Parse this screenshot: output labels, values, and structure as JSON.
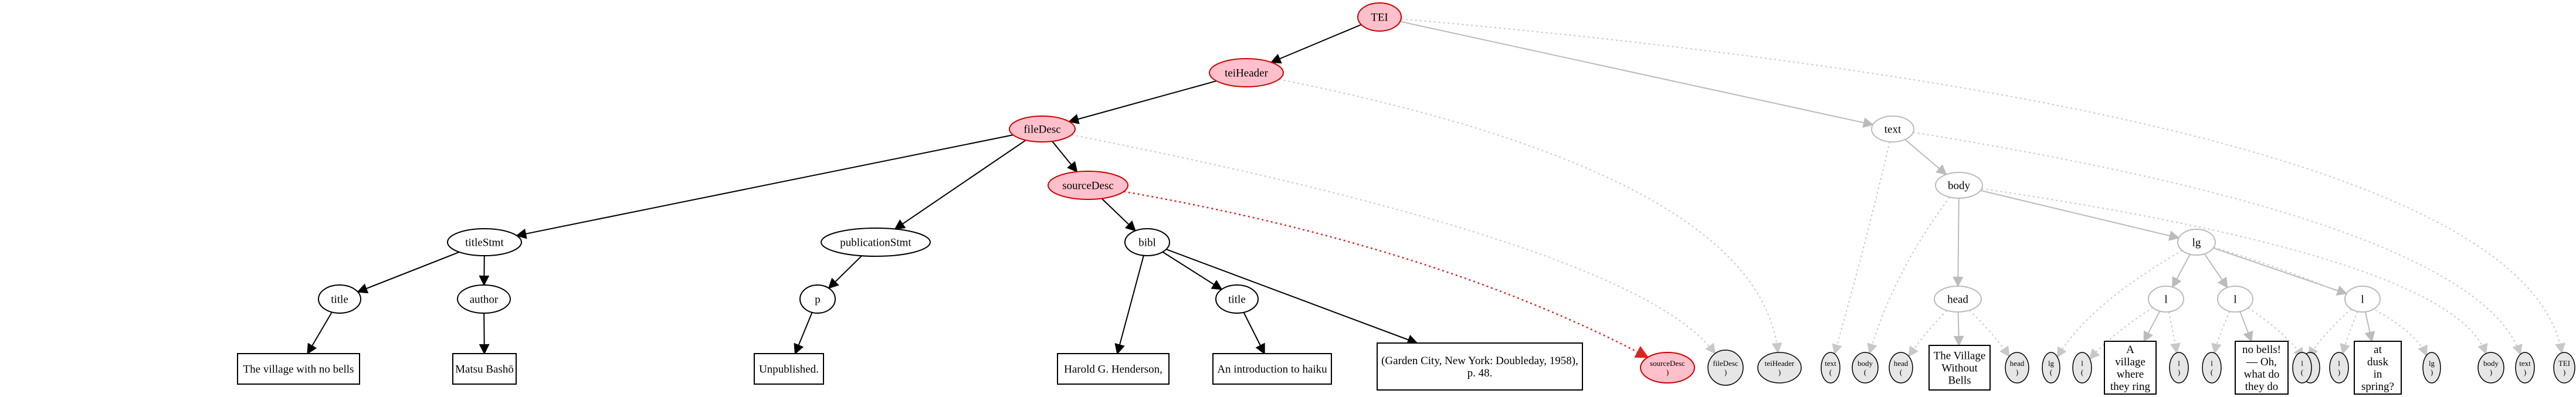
{
  "nodes": [
    {
      "id": "tei",
      "shape": "ellipse",
      "style": "pink",
      "lines": [
        "TEI"
      ]
    },
    {
      "id": "teiHeader",
      "shape": "ellipse",
      "style": "pink",
      "lines": [
        "teiHeader"
      ]
    },
    {
      "id": "fileDesc",
      "shape": "ellipse",
      "style": "pink",
      "lines": [
        "fileDesc"
      ]
    },
    {
      "id": "sourceDesc",
      "shape": "ellipse",
      "style": "pink",
      "lines": [
        "sourceDesc"
      ]
    },
    {
      "id": "titleStmt",
      "shape": "ellipse",
      "style": "white",
      "lines": [
        "titleStmt"
      ]
    },
    {
      "id": "publicationStmt",
      "shape": "ellipse",
      "style": "white",
      "lines": [
        "publicationStmt"
      ]
    },
    {
      "id": "bibl",
      "shape": "ellipse",
      "style": "white",
      "lines": [
        "bibl"
      ]
    },
    {
      "id": "title1",
      "shape": "ellipse",
      "style": "white",
      "lines": [
        "title"
      ]
    },
    {
      "id": "author",
      "shape": "ellipse",
      "style": "white",
      "lines": [
        "author"
      ]
    },
    {
      "id": "p",
      "shape": "ellipse",
      "style": "white",
      "lines": [
        "p"
      ]
    },
    {
      "id": "title2",
      "shape": "ellipse",
      "style": "white",
      "lines": [
        "title"
      ]
    },
    {
      "id": "txt_title1",
      "shape": "box",
      "style": "white",
      "lines": [
        "The village with no bells"
      ]
    },
    {
      "id": "txt_author",
      "shape": "box",
      "style": "white",
      "lines": [
        "Matsu Bashō"
      ]
    },
    {
      "id": "txt_p",
      "shape": "box",
      "style": "white",
      "lines": [
        "Unpublished."
      ]
    },
    {
      "id": "txt_bibl1",
      "shape": "box",
      "style": "white",
      "lines": [
        "Harold G. Henderson,"
      ]
    },
    {
      "id": "txt_title2",
      "shape": "box",
      "style": "white",
      "lines": [
        "An introduction to haiku"
      ]
    },
    {
      "id": "txt_bibl2",
      "shape": "box",
      "style": "white",
      "lines": [
        "(Garden City, New York: Doubleday, 1958),",
        "p. 48."
      ]
    },
    {
      "id": "text",
      "shape": "ellipse",
      "style": "faded",
      "lines": [
        "text"
      ]
    },
    {
      "id": "body",
      "shape": "ellipse",
      "style": "faded",
      "lines": [
        "body"
      ]
    },
    {
      "id": "head",
      "shape": "ellipse",
      "style": "faded",
      "lines": [
        "head"
      ]
    },
    {
      "id": "lg",
      "shape": "ellipse",
      "style": "faded",
      "lines": [
        "lg"
      ]
    },
    {
      "id": "l1",
      "shape": "ellipse",
      "style": "faded",
      "lines": [
        "l"
      ]
    },
    {
      "id": "l2",
      "shape": "ellipse",
      "style": "faded",
      "lines": [
        "l"
      ]
    },
    {
      "id": "l3",
      "shape": "ellipse",
      "style": "faded",
      "lines": [
        "l"
      ]
    },
    {
      "id": "txt_head",
      "shape": "box",
      "style": "white",
      "lines": [
        "The Village",
        "Without",
        "Bells"
      ]
    },
    {
      "id": "txt_l1",
      "shape": "box",
      "style": "white",
      "lines": [
        "A",
        "village",
        "where",
        "they ring"
      ]
    },
    {
      "id": "txt_l2",
      "shape": "box",
      "style": "white",
      "lines": [
        "no bells!",
        "— Oh,",
        "what do",
        "they do"
      ]
    },
    {
      "id": "txt_l3",
      "shape": "box",
      "style": "white",
      "lines": [
        "at",
        "dusk",
        "in",
        "spring?"
      ]
    },
    {
      "id": "end_sourceDesc",
      "shape": "ellipse",
      "style": "pink",
      "lines": [
        "sourceDesc",
        ")"
      ]
    },
    {
      "id": "end_fileDesc",
      "shape": "ellipse",
      "style": "gray",
      "lines": [
        "fileDesc",
        ")"
      ]
    },
    {
      "id": "end_teiHeader",
      "shape": "ellipse",
      "style": "gray",
      "lines": [
        "teiHeader",
        ")"
      ]
    },
    {
      "id": "end_text_open",
      "shape": "ellipse",
      "style": "gray",
      "lines": [
        "text",
        "("
      ]
    },
    {
      "id": "end_body_open",
      "shape": "ellipse",
      "style": "gray",
      "lines": [
        "body",
        "("
      ]
    },
    {
      "id": "end_head_open",
      "shape": "ellipse",
      "style": "gray",
      "lines": [
        "head",
        "("
      ]
    },
    {
      "id": "end_head_close",
      "shape": "ellipse",
      "style": "gray",
      "lines": [
        "head",
        ")"
      ]
    },
    {
      "id": "end_lg_open",
      "shape": "ellipse",
      "style": "gray",
      "lines": [
        "lg",
        "("
      ]
    },
    {
      "id": "end_l1_open",
      "shape": "ellipse",
      "style": "gray",
      "lines": [
        "l",
        "("
      ]
    },
    {
      "id": "end_l1_close",
      "shape": "ellipse",
      "style": "gray",
      "lines": [
        "l",
        ")"
      ]
    },
    {
      "id": "end_l2_open",
      "shape": "ellipse",
      "style": "gray",
      "lines": [
        "l",
        "("
      ]
    },
    {
      "id": "end_l2_close",
      "shape": "ellipse",
      "style": "gray",
      "lines": [
        "l",
        ")"
      ]
    },
    {
      "id": "end_l3_open",
      "shape": "ellipse",
      "style": "gray",
      "lines": [
        "l",
        "("
      ]
    },
    {
      "id": "end_l3_close",
      "shape": "ellipse",
      "style": "gray",
      "lines": [
        "l",
        ")"
      ]
    },
    {
      "id": "end_lg_close",
      "shape": "ellipse",
      "style": "gray",
      "lines": [
        "lg",
        ")"
      ]
    },
    {
      "id": "end_body_close",
      "shape": "ellipse",
      "style": "gray",
      "lines": [
        "body",
        ")"
      ]
    },
    {
      "id": "end_text_close",
      "shape": "ellipse",
      "style": "gray",
      "lines": [
        "text",
        ")"
      ]
    },
    {
      "id": "end_tei_close",
      "shape": "ellipse",
      "style": "gray",
      "lines": [
        "TEI",
        ")"
      ]
    }
  ],
  "edges": [
    {
      "from": "tei",
      "to": "teiHeader",
      "style": "solid"
    },
    {
      "from": "tei",
      "to": "text",
      "style": "faded"
    },
    {
      "from": "teiHeader",
      "to": "fileDesc",
      "style": "solid"
    },
    {
      "from": "fileDesc",
      "to": "titleStmt",
      "style": "solid"
    },
    {
      "from": "fileDesc",
      "to": "publicationStmt",
      "style": "solid"
    },
    {
      "from": "fileDesc",
      "to": "sourceDesc",
      "style": "solid"
    },
    {
      "from": "titleStmt",
      "to": "title1",
      "style": "solid"
    },
    {
      "from": "titleStmt",
      "to": "author",
      "style": "solid"
    },
    {
      "from": "title1",
      "to": "txt_title1",
      "style": "solid"
    },
    {
      "from": "author",
      "to": "txt_author",
      "style": "solid"
    },
    {
      "from": "publicationStmt",
      "to": "p",
      "style": "solid"
    },
    {
      "from": "p",
      "to": "txt_p",
      "style": "solid"
    },
    {
      "from": "sourceDesc",
      "to": "bibl",
      "style": "solid"
    },
    {
      "from": "bibl",
      "to": "txt_bibl1",
      "style": "solid"
    },
    {
      "from": "bibl",
      "to": "title2",
      "style": "solid"
    },
    {
      "from": "bibl",
      "to": "txt_bibl2",
      "style": "solid"
    },
    {
      "from": "title2",
      "to": "txt_title2",
      "style": "solid"
    },
    {
      "from": "sourceDesc",
      "to": "end_sourceDesc",
      "style": "red-dotted"
    },
    {
      "from": "fileDesc",
      "to": "end_fileDesc",
      "style": "dotted"
    },
    {
      "from": "teiHeader",
      "to": "end_teiHeader",
      "style": "dotted"
    },
    {
      "from": "text",
      "to": "body",
      "style": "faded"
    },
    {
      "from": "text",
      "to": "end_text_open",
      "style": "dotted"
    },
    {
      "from": "text",
      "to": "end_text_close",
      "style": "dotted"
    },
    {
      "from": "tei",
      "to": "end_tei_close",
      "style": "dotted"
    },
    {
      "from": "body",
      "to": "head",
      "style": "faded"
    },
    {
      "from": "body",
      "to": "lg",
      "style": "faded"
    },
    {
      "from": "body",
      "to": "end_body_open",
      "style": "dotted"
    },
    {
      "from": "body",
      "to": "end_body_close",
      "style": "dotted"
    },
    {
      "from": "head",
      "to": "txt_head",
      "style": "faded"
    },
    {
      "from": "head",
      "to": "end_head_open",
      "style": "dotted"
    },
    {
      "from": "head",
      "to": "end_head_close",
      "style": "dotted"
    },
    {
      "from": "lg",
      "to": "l1",
      "style": "faded"
    },
    {
      "from": "lg",
      "to": "l2",
      "style": "faded"
    },
    {
      "from": "lg",
      "to": "l3",
      "style": "faded"
    },
    {
      "from": "lg",
      "to": "end_lg_open",
      "style": "dotted"
    },
    {
      "from": "lg",
      "to": "end_lg_close",
      "style": "dotted"
    },
    {
      "from": "l1",
      "to": "txt_l1",
      "style": "faded"
    },
    {
      "from": "l1",
      "to": "end_l1_open",
      "style": "dotted"
    },
    {
      "from": "l1",
      "to": "end_l1_close",
      "style": "dotted"
    },
    {
      "from": "l2",
      "to": "txt_l2",
      "style": "faded"
    },
    {
      "from": "l2",
      "to": "end_l2_open",
      "style": "dotted"
    },
    {
      "from": "l2",
      "to": "end_l2_close",
      "style": "dotted"
    },
    {
      "from": "l3",
      "to": "txt_l3",
      "style": "faded"
    },
    {
      "from": "l3",
      "to": "end_l3_open",
      "style": "dotted"
    },
    {
      "from": "l3",
      "to": "end_l3_close",
      "style": "dotted"
    }
  ],
  "colors": {
    "pink_fill": "#ffc0cb",
    "pink_stroke": "#cc0000",
    "gray_fill": "#e6e6e6",
    "faded_stroke": "#bbbbbb",
    "dotted_stroke": "#c8c8c8",
    "red_dotted_stroke": "#dd2222",
    "solid_stroke": "#000000"
  }
}
